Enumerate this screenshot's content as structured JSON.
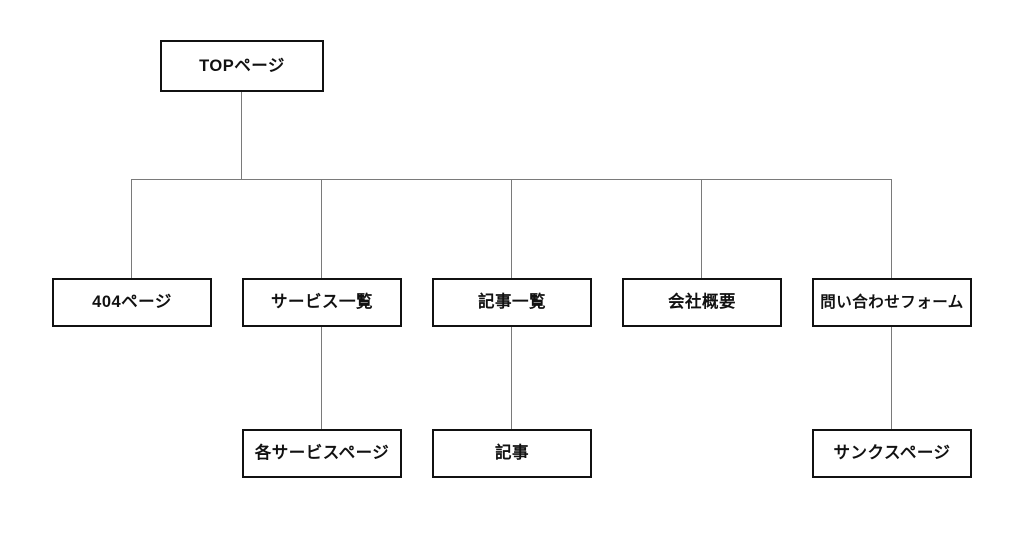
{
  "diagram": {
    "type": "sitemap-tree",
    "nodes": {
      "top": {
        "label": "TOPページ"
      },
      "level2": [
        {
          "label": "404ページ"
        },
        {
          "label": "サービス一覧"
        },
        {
          "label": "記事一覧"
        },
        {
          "label": "会社概要"
        },
        {
          "label": "問い合わせフォーム"
        }
      ],
      "level3": [
        {
          "label": "各サービスページ"
        },
        {
          "label": "記事"
        },
        {
          "label": "サンクスページ"
        }
      ]
    },
    "edges": [
      {
        "from": "TOPページ",
        "to": "404ページ"
      },
      {
        "from": "TOPページ",
        "to": "サービス一覧"
      },
      {
        "from": "TOPページ",
        "to": "記事一覧"
      },
      {
        "from": "TOPページ",
        "to": "会社概要"
      },
      {
        "from": "TOPページ",
        "to": "問い合わせフォーム"
      },
      {
        "from": "サービス一覧",
        "to": "各サービスページ"
      },
      {
        "from": "記事一覧",
        "to": "記事"
      },
      {
        "from": "問い合わせフォーム",
        "to": "サンクスページ"
      }
    ],
    "colors": {
      "background": "#ffffff",
      "box_border": "#111111",
      "text": "#111111",
      "connector": "#7a7a7a"
    }
  }
}
